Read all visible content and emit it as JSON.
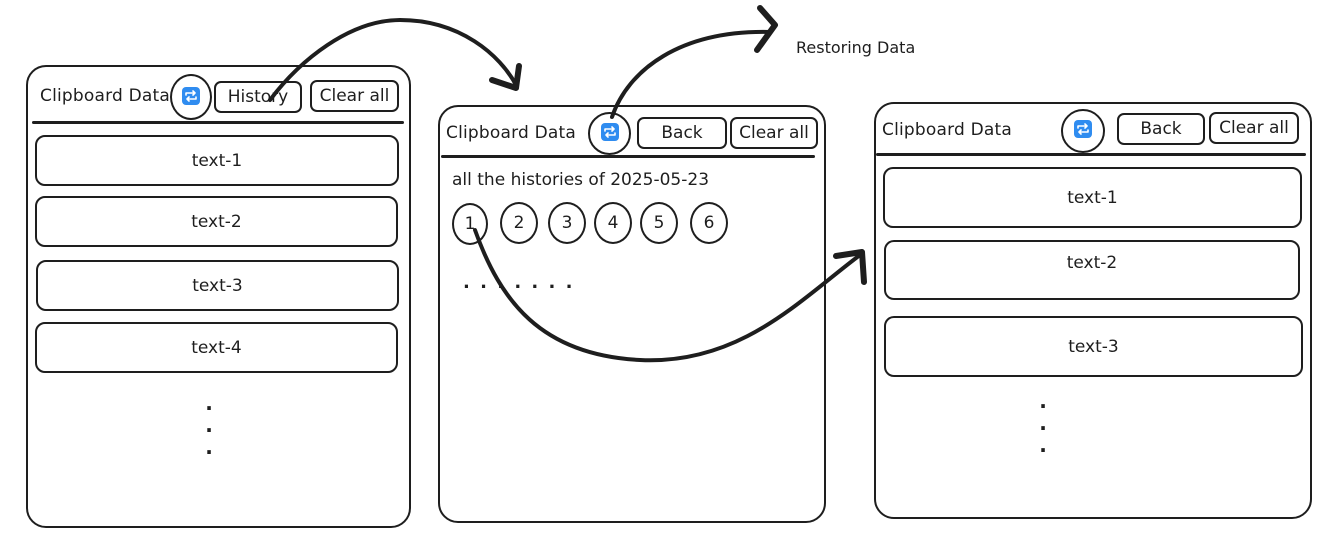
{
  "colors": {
    "stroke": "#1e1e1e",
    "accent": "#2f8cf0",
    "background": "#ffffff"
  },
  "screen_main": {
    "title": "Clipboard Data",
    "icon": "sync-icon",
    "history_label": "History",
    "clear_label": "Clear all",
    "items": [
      "text-1",
      "text-2",
      "text-3",
      "text-4"
    ],
    "more": ".\n.\n."
  },
  "screen_history": {
    "title": "Clipboard Data",
    "icon": "sync-icon",
    "back_label": "Back",
    "clear_label": "Clear all",
    "date_text": "all the histories of 2025-05-23",
    "entries": [
      "1",
      "2",
      "3",
      "4",
      "5",
      "6"
    ],
    "more": ". . . . . . ."
  },
  "screen_restored": {
    "title": "Clipboard Data",
    "icon": "sync-icon",
    "back_label": "Back",
    "clear_label": "Clear all",
    "items": [
      "text-1",
      "text-2",
      "text-3"
    ],
    "more": ".\n.\n."
  },
  "annotation": {
    "restore_note": "Restoring Data"
  }
}
